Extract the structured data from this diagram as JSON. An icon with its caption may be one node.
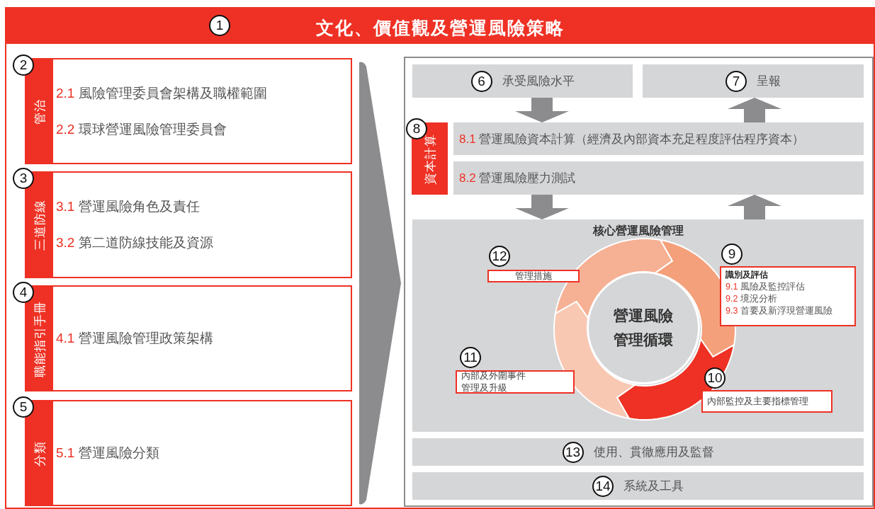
{
  "diagram": {
    "nodes": [
      {
        "text": [
          "1",
          "文化、價值觀及營運風險策略"
        ]
      },
      {
        "text": [
          "2",
          "管治",
          "2.1 風險管理委員會架構及職權範圍",
          "2.2 環球營運風險管理委員會"
        ],
        "in": 0
      },
      {
        "text": [
          "3",
          "三道防線",
          "3.1 營運風險角色及責任",
          "3.2 第二道防線技能及資源"
        ],
        "in": 0
      },
      {
        "text": [
          "4",
          "職能指引手冊",
          "4.1 營運風險管理政策架構"
        ],
        "in": 0
      },
      {
        "text": [
          "5",
          "分類",
          "5.1 營運風險分類"
        ],
        "in": 0
      },
      {
        "text": [],
        "shape": "box",
        "in": 0
      },
      {
        "text": [
          "6",
          "承受風險水平"
        ],
        "in": 5
      },
      {
        "text": [
          "7",
          "呈報"
        ],
        "in": 5
      },
      {
        "text": [
          "8",
          "資本計算"
        ],
        "in": 5
      },
      {
        "text": [
          "8.1 營運風險資本計算（經濟及內部資本充足程度評估程序資本）"
        ],
        "in": 5
      },
      {
        "text": [
          "8.2 營運風險壓力測試"
        ],
        "in": 5
      },
      {
        "text": [
          "核心營運風險管理"
        ],
        "in": 5
      },
      {
        "text": [
          "營運風險管理循環"
        ],
        "in": 11
      },
      {
        "text": [
          "9",
          "識別及評估",
          "9.1 風險及監控評估",
          "9.2 境況分析",
          "9.3 首要及新浮現營運風險"
        ],
        "in": 11
      },
      {
        "text": [
          "10",
          "內部監控及主要指標管理"
        ],
        "in": 11
      },
      {
        "text": [
          "11",
          "內部及外圍事件管理及升級"
        ],
        "in": 11
      },
      {
        "text": [
          "12",
          "管理措施"
        ],
        "in": 11
      },
      {
        "text": [
          "13",
          "使用、貫徹應用及監督"
        ],
        "in": 5
      },
      {
        "text": [
          "14",
          "系統及工具"
        ],
        "in": 5
      }
    ],
    "edges": [
      {
        "from": null,
        "to": 5,
        "arrow": "to"
      },
      {
        "from": 6,
        "to": 9,
        "arrow": "to"
      },
      {
        "from": 9,
        "to": 7,
        "arrow": "to"
      },
      {
        "from": 10,
        "to": 11,
        "arrow": "to"
      },
      {
        "from": 11,
        "to": 10,
        "arrow": "to"
      }
    ]
  }
}
